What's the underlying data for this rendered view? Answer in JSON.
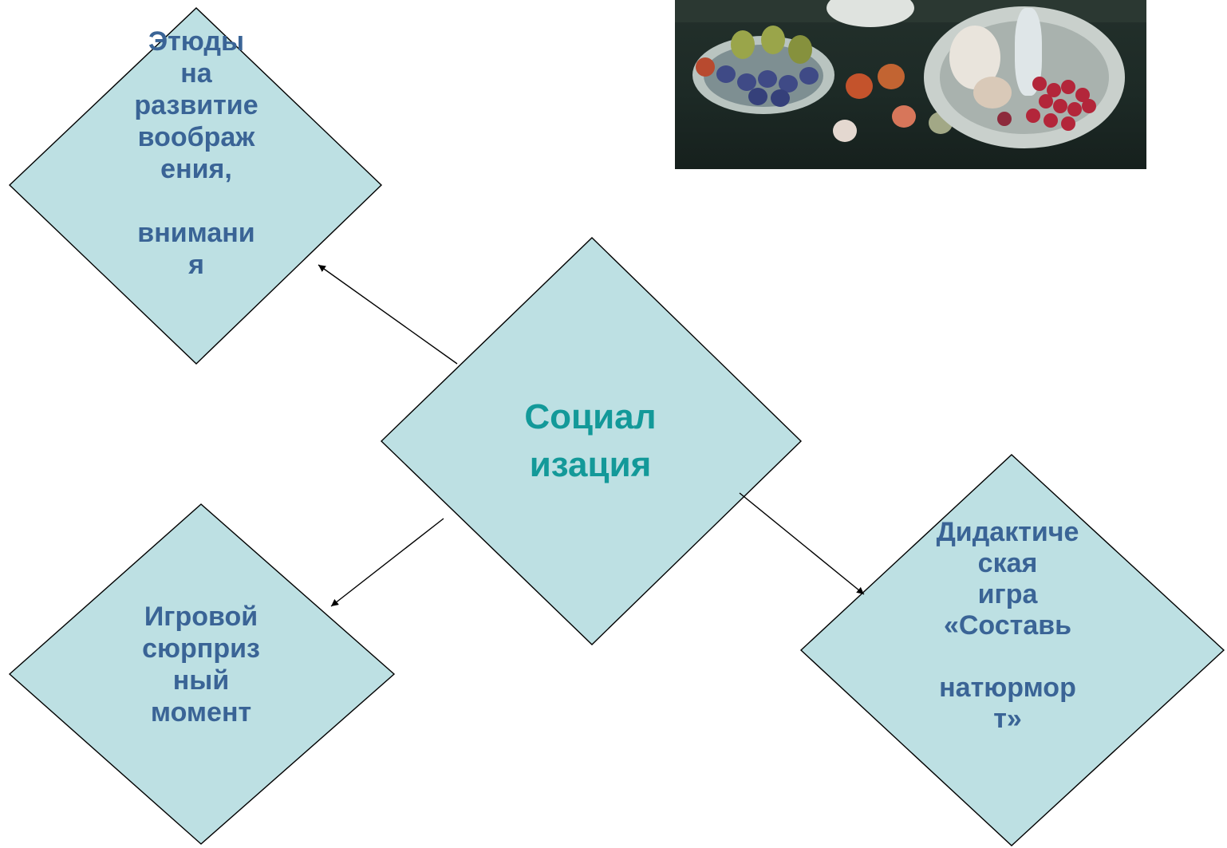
{
  "center_node": {
    "text": "Социал\nизация"
  },
  "nodes": {
    "top_left": {
      "text": "Этюды\nна\nразвитие\nвоображ\nения,\n\nвнимани\nя"
    },
    "bottom_left": {
      "text": "Игровой\nсюрприз\nный\nмомент"
    },
    "bottom_right": {
      "text": "Дидактиче\nская\nигра\n«Составь\n\nнатюрмор\nт»"
    }
  },
  "painting": {
    "description_icon": "still-life-fruit-painting"
  },
  "colors": {
    "diamond_fill": "#bde0e3",
    "side_text": "#3a6496",
    "center_text": "#139999"
  }
}
